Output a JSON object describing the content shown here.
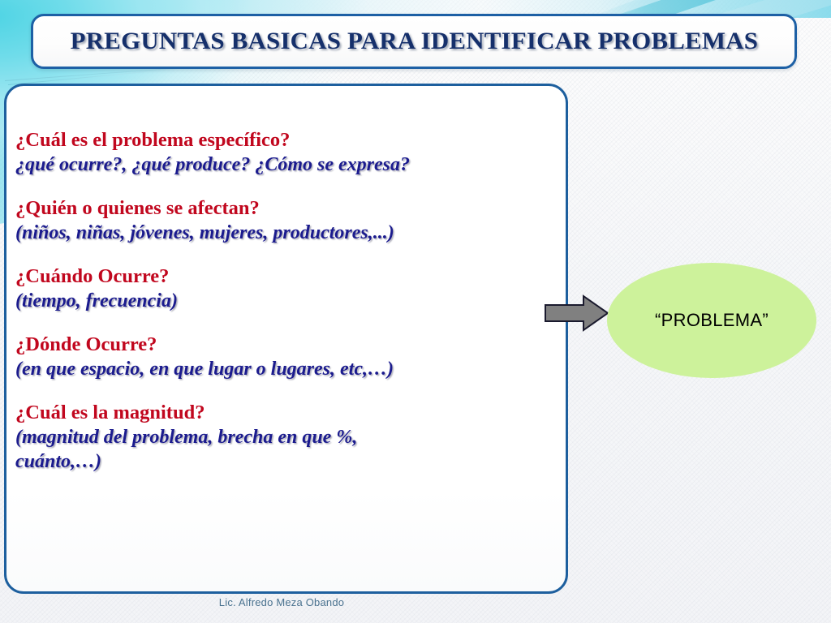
{
  "slide": {
    "title": "PREGUNTAS BASICAS PARA IDENTIFICAR PROBLEMAS",
    "footer": "Lic. Alfredo Meza Obando"
  },
  "content": {
    "blocks": [
      {
        "question": "¿Cuál es el problema específico?",
        "detail": "¿qué ocurre?, ¿qué produce? ¿Cómo se expresa?",
        "detail2": ""
      },
      {
        "question": "¿Quién o quienes se afectan?",
        "detail": "(niños, niñas, jóvenes, mujeres,  productores,...)",
        "detail2": ""
      },
      {
        "question": "¿Cuándo Ocurre?",
        "detail": "(tiempo, frecuencia)",
        "detail2": ""
      },
      {
        "question": "¿Dónde Ocurre?",
        "detail": "(en que espacio, en que lugar o lugares, etc,…)",
        "detail2": ""
      },
      {
        "question": "¿Cuál es la magnitud?",
        "detail": "(magnitud del problema, brecha en que %,",
        "detail2": "cuánto,…)"
      }
    ]
  },
  "diagram": {
    "arrow_label": "right-arrow",
    "ellipse_label": "“PROBLEMA”"
  },
  "colors": {
    "title_text": "#16306b",
    "question_red": "#c1071e",
    "detail_blue": "#1b1b8e",
    "box_border": "#1d5f9e",
    "ellipse_fill": "#cdf29b",
    "arrow_fill": "#808080",
    "accent_cyan": "#5bd6e6",
    "footer_text": "#4b7390"
  }
}
